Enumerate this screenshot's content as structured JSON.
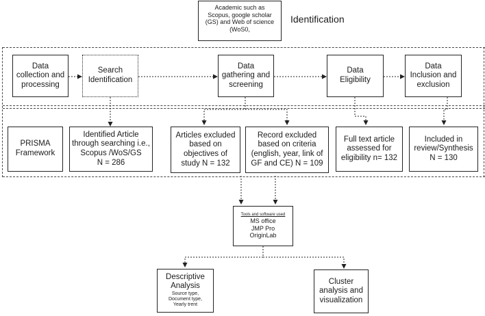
{
  "source_box": "Academic such as\nScopus, google scholar\n(GS) and Web of science\n(WoS0,",
  "stage_title": "Identification",
  "top_row": [
    "Data\ncollection and\nprocessing",
    "Search\nIdentification",
    "Data\ngathering and\nscreening",
    "Data\nEligibility",
    "Data\nInclusion and\nexclusion"
  ],
  "mid_row": [
    "PRISMA\nFramework",
    "Identified Article\nthrough searching i.e.,\nScopus /WoS/GS\nN = 286",
    "Articles excluded\nbased on\nobjectives of\nstudy N = 132",
    "Record excluded\nbased on criteria\n(english, year, link of\nGF and CE) N = 109",
    "Full text article\nassessed for\neligibility n= 132",
    "Included in\nreview/Synthesis\nN = 130"
  ],
  "tools": {
    "header": "Tools and software used",
    "items": [
      "MS office",
      "JMP Pro",
      "OriginLab"
    ]
  },
  "descriptive": {
    "title": "Descriptive\nAnalysis",
    "subtitle": "Source type,\nDocument type,\nYearly trent"
  },
  "cluster": "Cluster\nanalysis and\nvisualization"
}
